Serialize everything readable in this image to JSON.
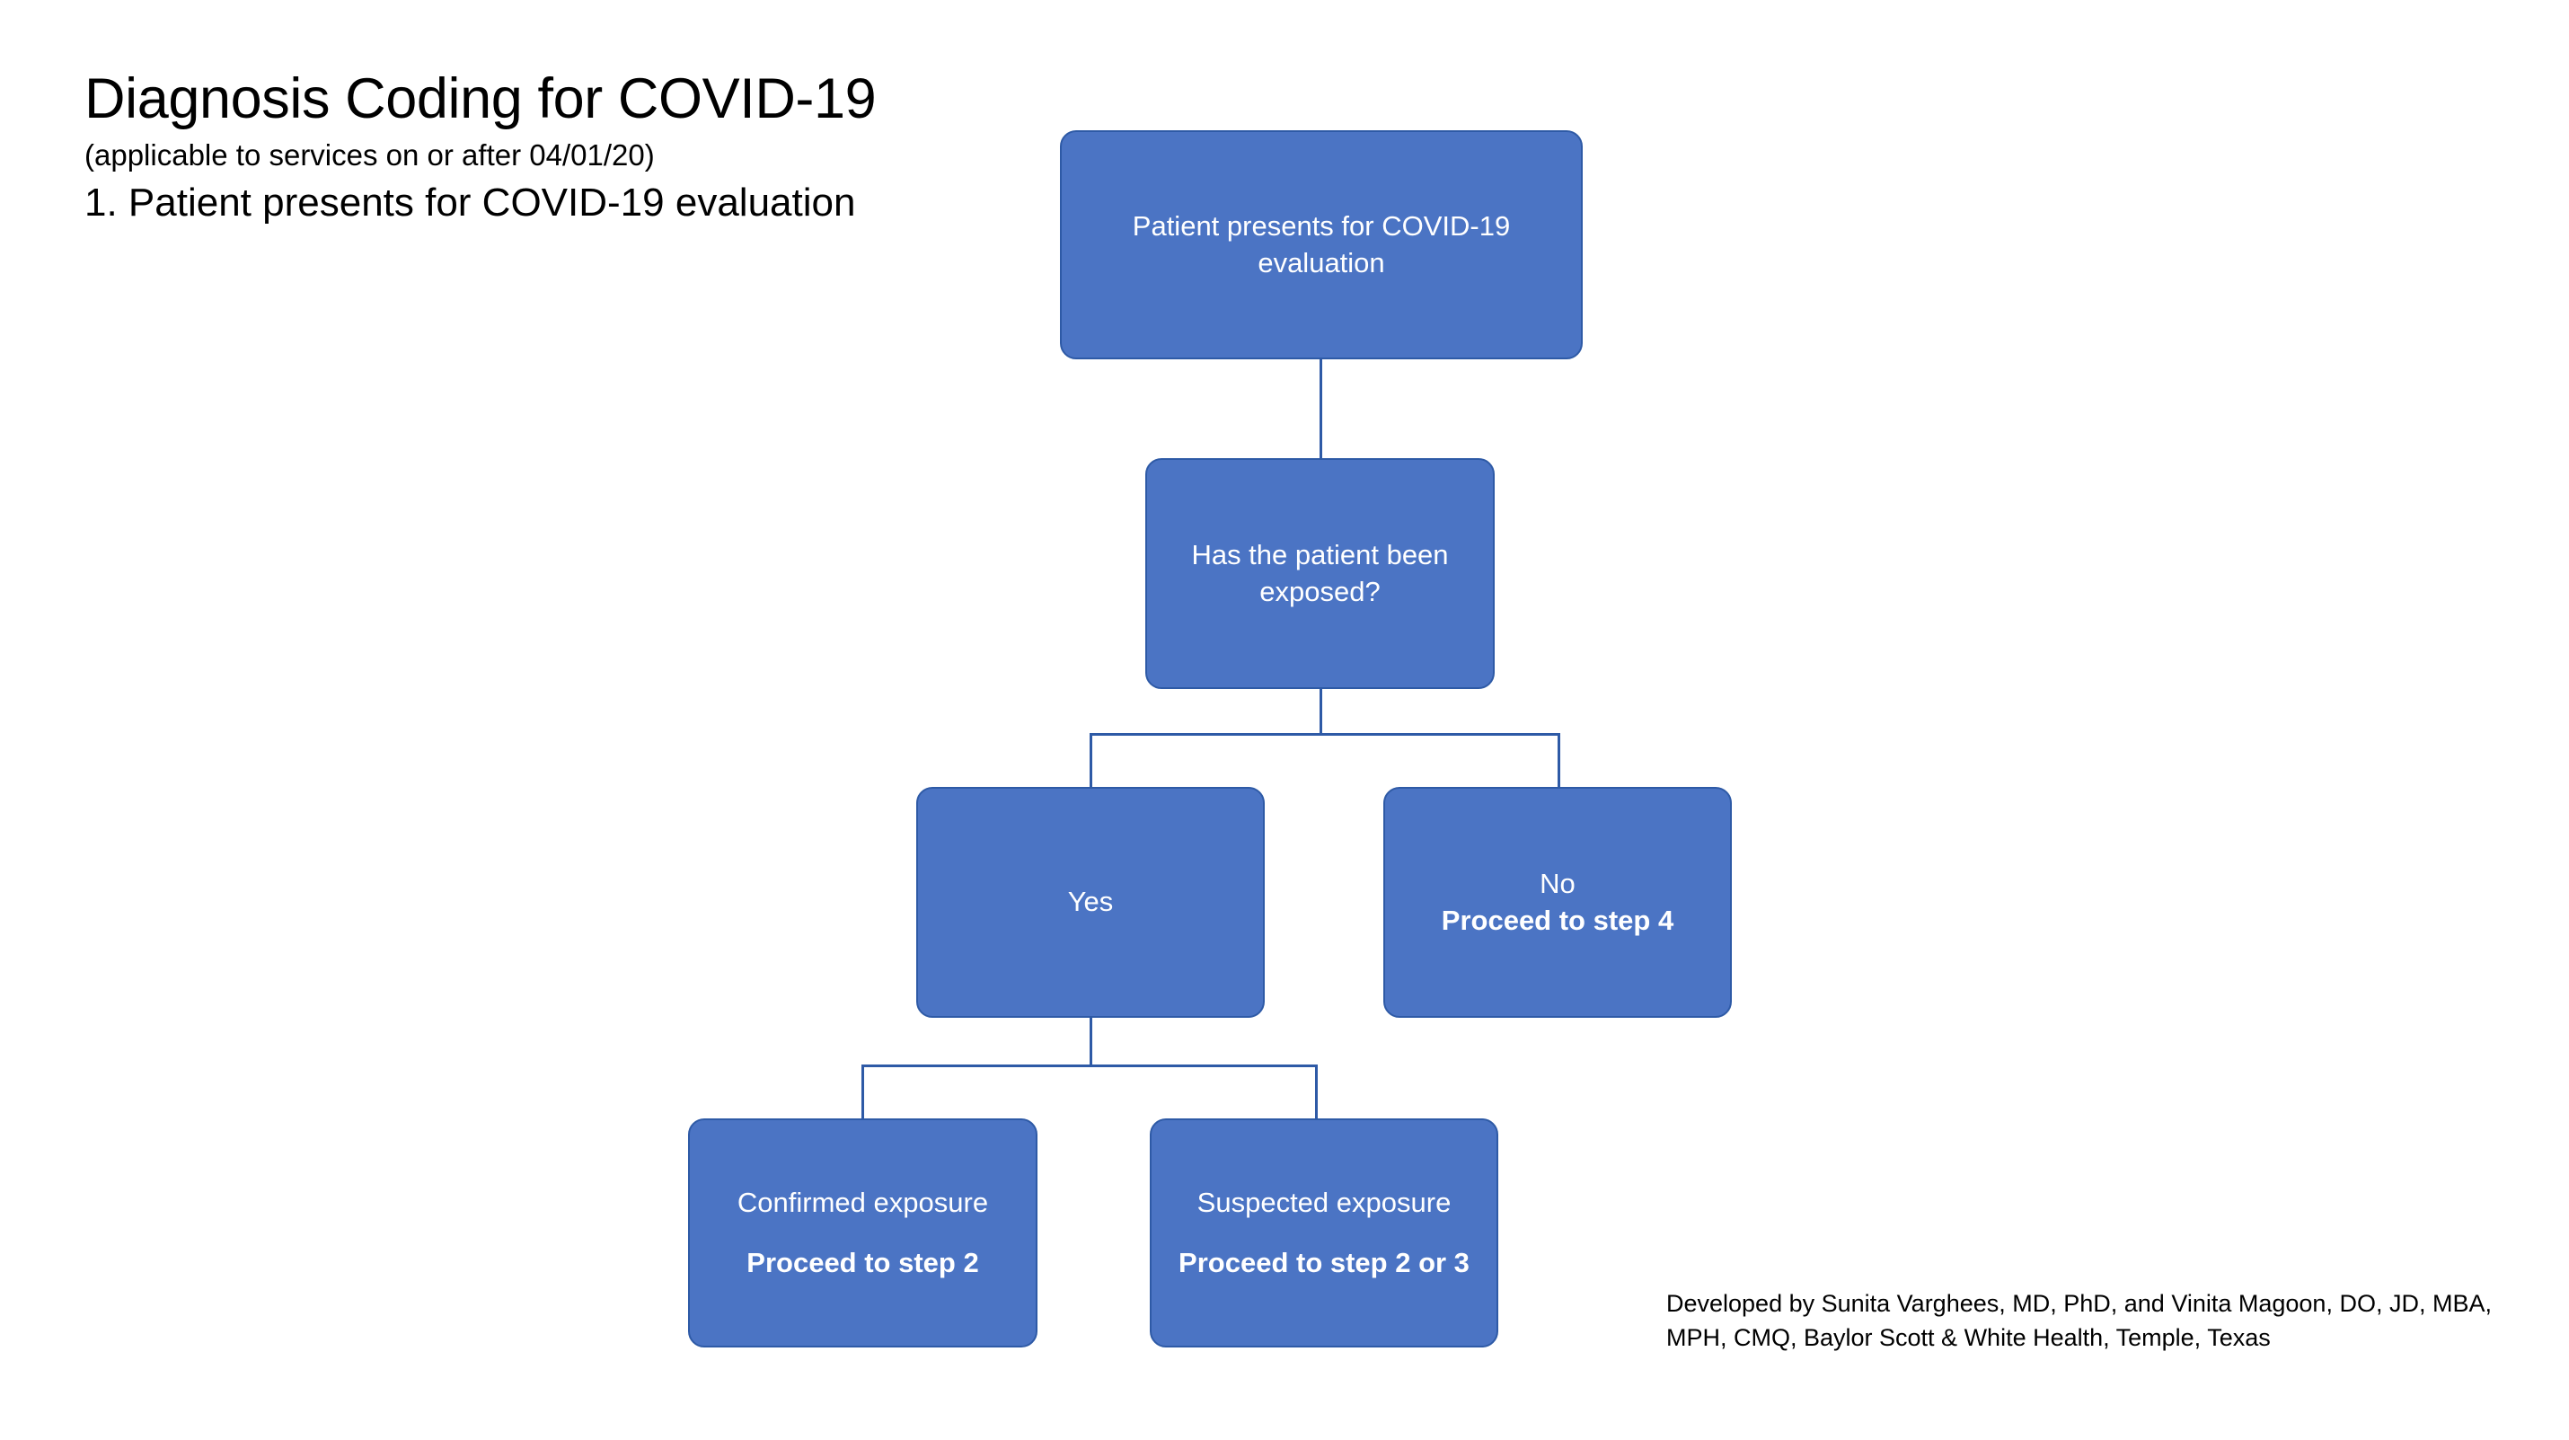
{
  "heading": {
    "title": "Diagnosis Coding for COVID-19",
    "subtitle": "(applicable to services on or after 04/01/20)",
    "step_line": "1. Patient presents for COVID-19 evaluation"
  },
  "colors": {
    "node_fill": "#4B74C4",
    "node_border": "#2E5AA6",
    "connector": "#2E5AA6",
    "node_text": "#FFFFFF",
    "page_background": "#FFFFFF",
    "heading_text": "#000000"
  },
  "flowchart": {
    "nodes": [
      {
        "id": "start",
        "line1": "Patient presents for COVID-19 evaluation",
        "line2": ""
      },
      {
        "id": "exposed",
        "line1": "Has the patient been exposed?",
        "line2": ""
      },
      {
        "id": "yes",
        "line1": "Yes",
        "line2": ""
      },
      {
        "id": "no",
        "line1": "No",
        "line2": "Proceed to step 4"
      },
      {
        "id": "confirmed",
        "line1": "Confirmed exposure",
        "line2": "Proceed to step 2"
      },
      {
        "id": "suspected",
        "line1": "Suspected exposure",
        "line2": "Proceed to step 2 or 3"
      }
    ],
    "edges": [
      {
        "from": "start",
        "to": "exposed"
      },
      {
        "from": "exposed",
        "to": "yes"
      },
      {
        "from": "exposed",
        "to": "no"
      },
      {
        "from": "yes",
        "to": "confirmed"
      },
      {
        "from": "yes",
        "to": "suspected"
      }
    ]
  },
  "attribution": {
    "text": "Developed by Sunita Varghees, MD, PhD, and Vinita Magoon, DO, JD, MBA, MPH, CMQ, Baylor Scott & White Health, Temple, Texas"
  }
}
